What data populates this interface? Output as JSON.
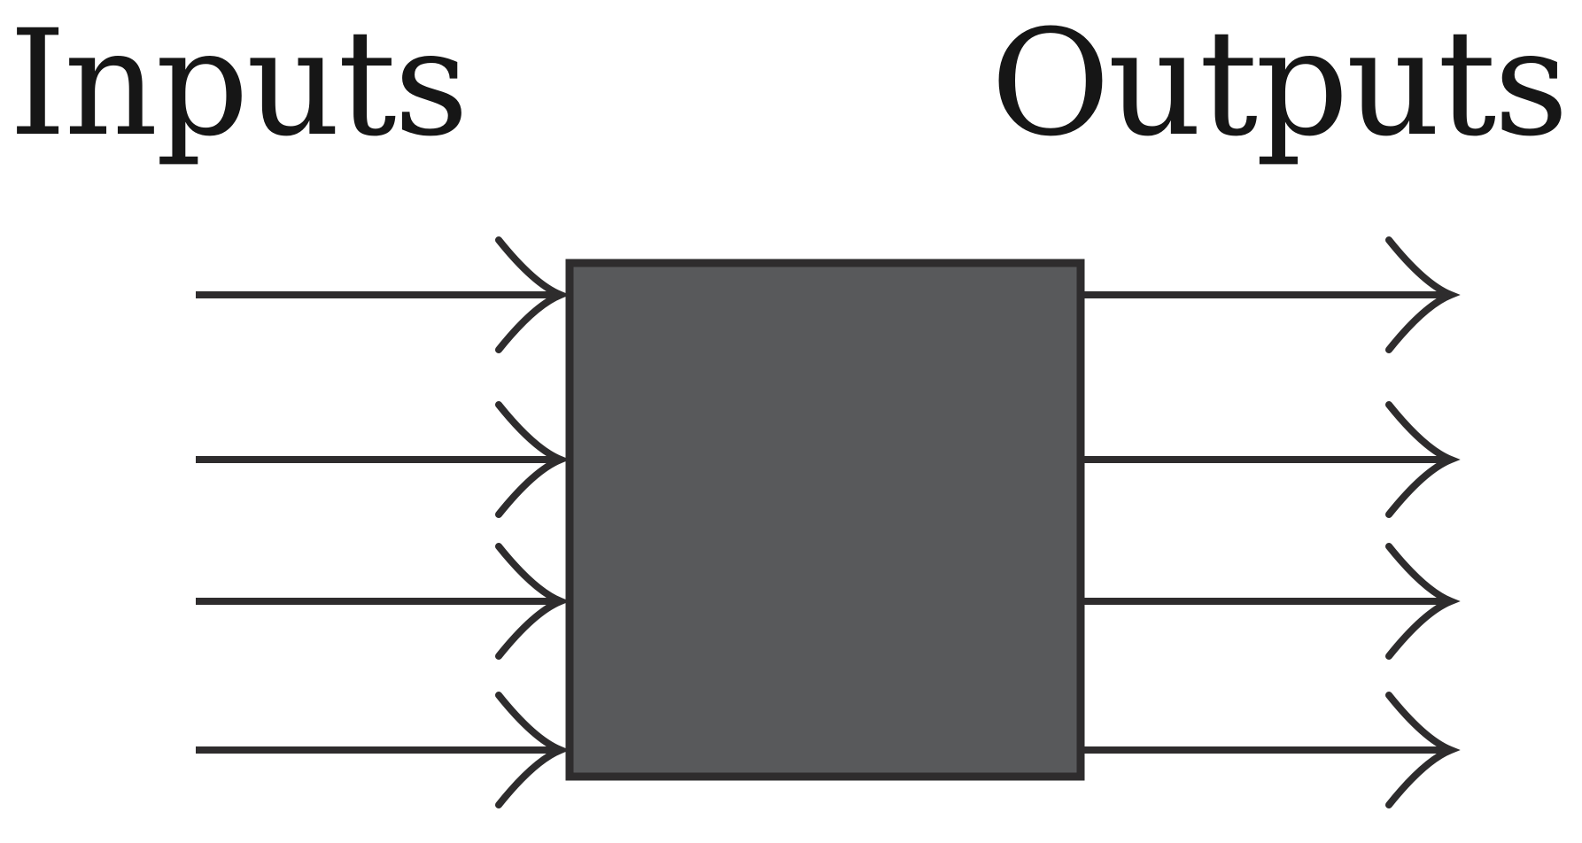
{
  "labels": {
    "inputs": "Inputs",
    "outputs": "Outputs"
  },
  "diagram": {
    "input_count": 4,
    "output_count": 4,
    "box_color": "#58595b",
    "line_color": "#2e2c2d"
  }
}
